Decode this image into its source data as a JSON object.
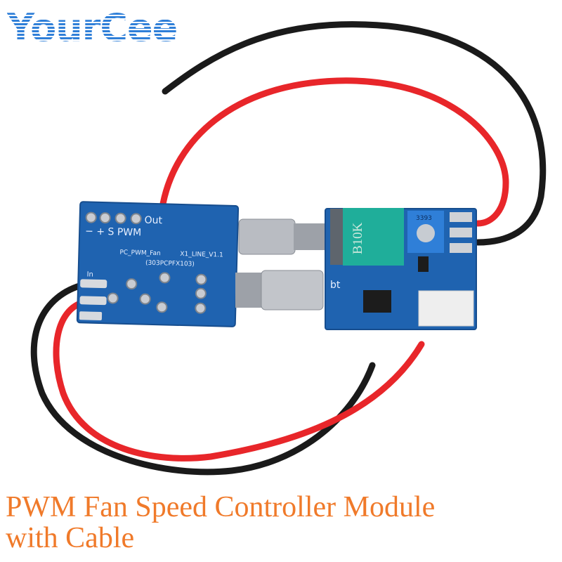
{
  "logo": {
    "text": "YourCee",
    "color": "#2f7fd8"
  },
  "caption": {
    "line1": "PWM Fan Speed Controller Module",
    "line2": "with Cable",
    "color": "#f07a2a"
  },
  "left_board": {
    "pins_label": "Out",
    "pin_labels": "−  +  S  PWM",
    "name": "PC_PWM_Fan",
    "version": "X1_LINE_V1.1",
    "code": "(303PCPFX103)",
    "input_label": "In",
    "color": "#1f63b0"
  },
  "right_board": {
    "potentiometer_label": "B10K",
    "trimmer_label": "3393",
    "silk_label": "bt",
    "color": "#1f63b0"
  },
  "wire_colors": {
    "red": "#e8262a",
    "black": "#1a1a1a"
  }
}
